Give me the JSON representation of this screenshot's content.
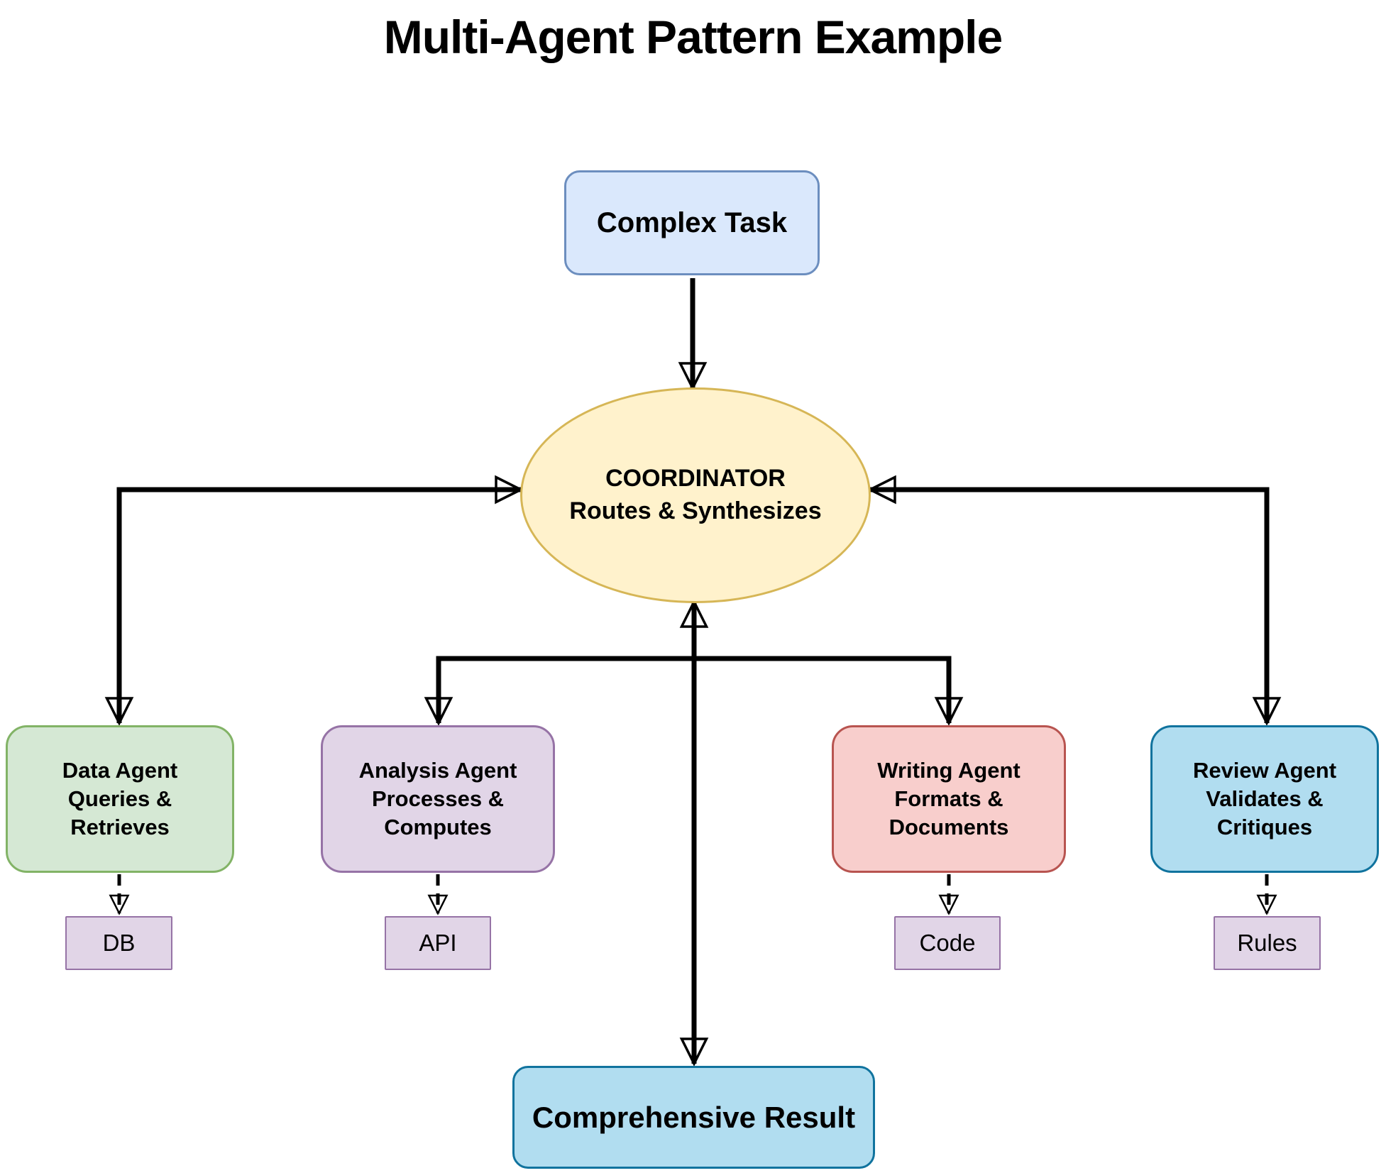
{
  "title": "Multi-Agent Pattern Example",
  "nodes": {
    "task": {
      "label": "Complex Task"
    },
    "coordinator": {
      "line1": "COORDINATOR",
      "line2": "Routes & Synthesizes"
    },
    "result": {
      "label": "Comprehensive Result"
    }
  },
  "agents": [
    {
      "line1": "Data Agent",
      "line2": "Queries &",
      "line3": "Retrieves",
      "tool": "DB",
      "colors": {
        "fill": "#d5e8d4",
        "stroke": "#82b366"
      }
    },
    {
      "line1": "Analysis Agent",
      "line2": "Processes &",
      "line3": "Computes",
      "tool": "API",
      "colors": {
        "fill": "#e1d5e7",
        "stroke": "#9673a6"
      }
    },
    {
      "line1": "Writing Agent",
      "line2": "Formats &",
      "line3": "Documents",
      "tool": "Code",
      "colors": {
        "fill": "#f8cecc",
        "stroke": "#b85450"
      }
    },
    {
      "line1": "Review Agent",
      "line2": "Validates &",
      "line3": "Critiques",
      "tool": "Rules",
      "colors": {
        "fill": "#b1ddf0",
        "stroke": "#10739e"
      }
    }
  ],
  "colors": {
    "task": {
      "fill": "#dae8fc",
      "stroke": "#6c8ebf"
    },
    "coordinator": {
      "fill": "#fff2cc",
      "stroke": "#d6b656"
    },
    "result": {
      "fill": "#b1ddf0",
      "stroke": "#10739e"
    },
    "tool_box": {
      "fill": "#e1d5e7",
      "stroke": "#9673a6"
    },
    "arrow": "#000000"
  }
}
